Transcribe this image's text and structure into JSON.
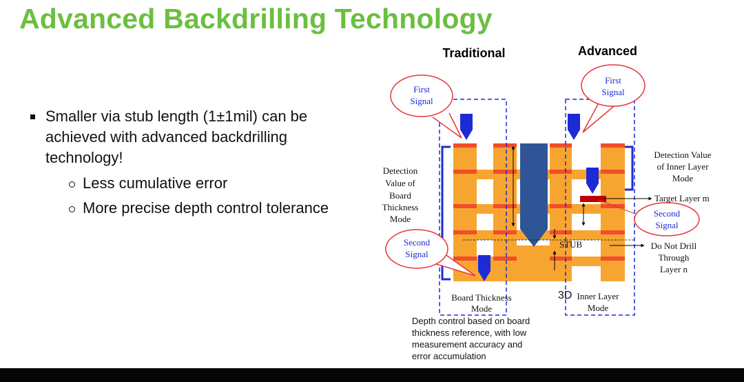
{
  "title": "Advanced Backdrilling Technology",
  "bullets": {
    "main": "Smaller via stub length (1±1mil) can be achieved with advanced backdrilling technology!",
    "sub": [
      "Less cumulative error",
      "More precise depth control tolerance"
    ]
  },
  "diagram": {
    "header_traditional": "Traditional",
    "header_advanced": "Advanced",
    "bubble_first_left": [
      "First",
      "Signal"
    ],
    "bubble_second_left": [
      "Second",
      "Signal"
    ],
    "bubble_first_right": [
      "First",
      "Signal"
    ],
    "bubble_second_right": [
      "Second",
      "Signal"
    ],
    "label_detection_board": [
      "Detection",
      "Value of",
      "Board",
      "Thickness",
      "Mode"
    ],
    "label_detection_inner": [
      "Detection Value",
      "of Inner Layer",
      "Mode"
    ],
    "label_target": "Target Layer m",
    "label_do_not_drill": [
      "Do Not Drill",
      "Through",
      "Layer n"
    ],
    "label_stub": "STUB",
    "label_board_mode": [
      "Board Thickness",
      "Mode"
    ],
    "label_3d": "3D",
    "label_inner_mode": [
      "Inner Layer",
      "Mode"
    ],
    "caption": [
      "Depth control based on board",
      "thickness reference, with low",
      "measurement accuracy and",
      "error accumulation"
    ]
  },
  "colors": {
    "title": "#6bbf3f",
    "board": "#f7a531",
    "layer": "#f04e2b",
    "drill": "#2f5597",
    "signal": "#1d2bd6",
    "bubble": "#e8323a",
    "target": "#c00000"
  }
}
